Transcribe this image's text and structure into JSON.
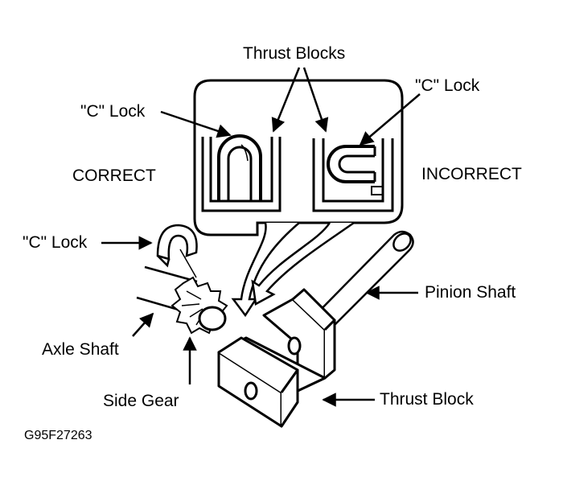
{
  "labels": {
    "thrust_blocks": "Thrust Blocks",
    "c_lock_left": "\"C\" Lock",
    "c_lock_right": "\"C\" Lock",
    "correct": "CORRECT",
    "incorrect": "INCORRECT",
    "c_lock_gear": "\"C\" Lock",
    "pinion_shaft": "Pinion Shaft",
    "axle_shaft": "Axle Shaft",
    "side_gear": "Side Gear",
    "thrust_block": "Thrust Block",
    "figure_code": "G95F27263"
  }
}
